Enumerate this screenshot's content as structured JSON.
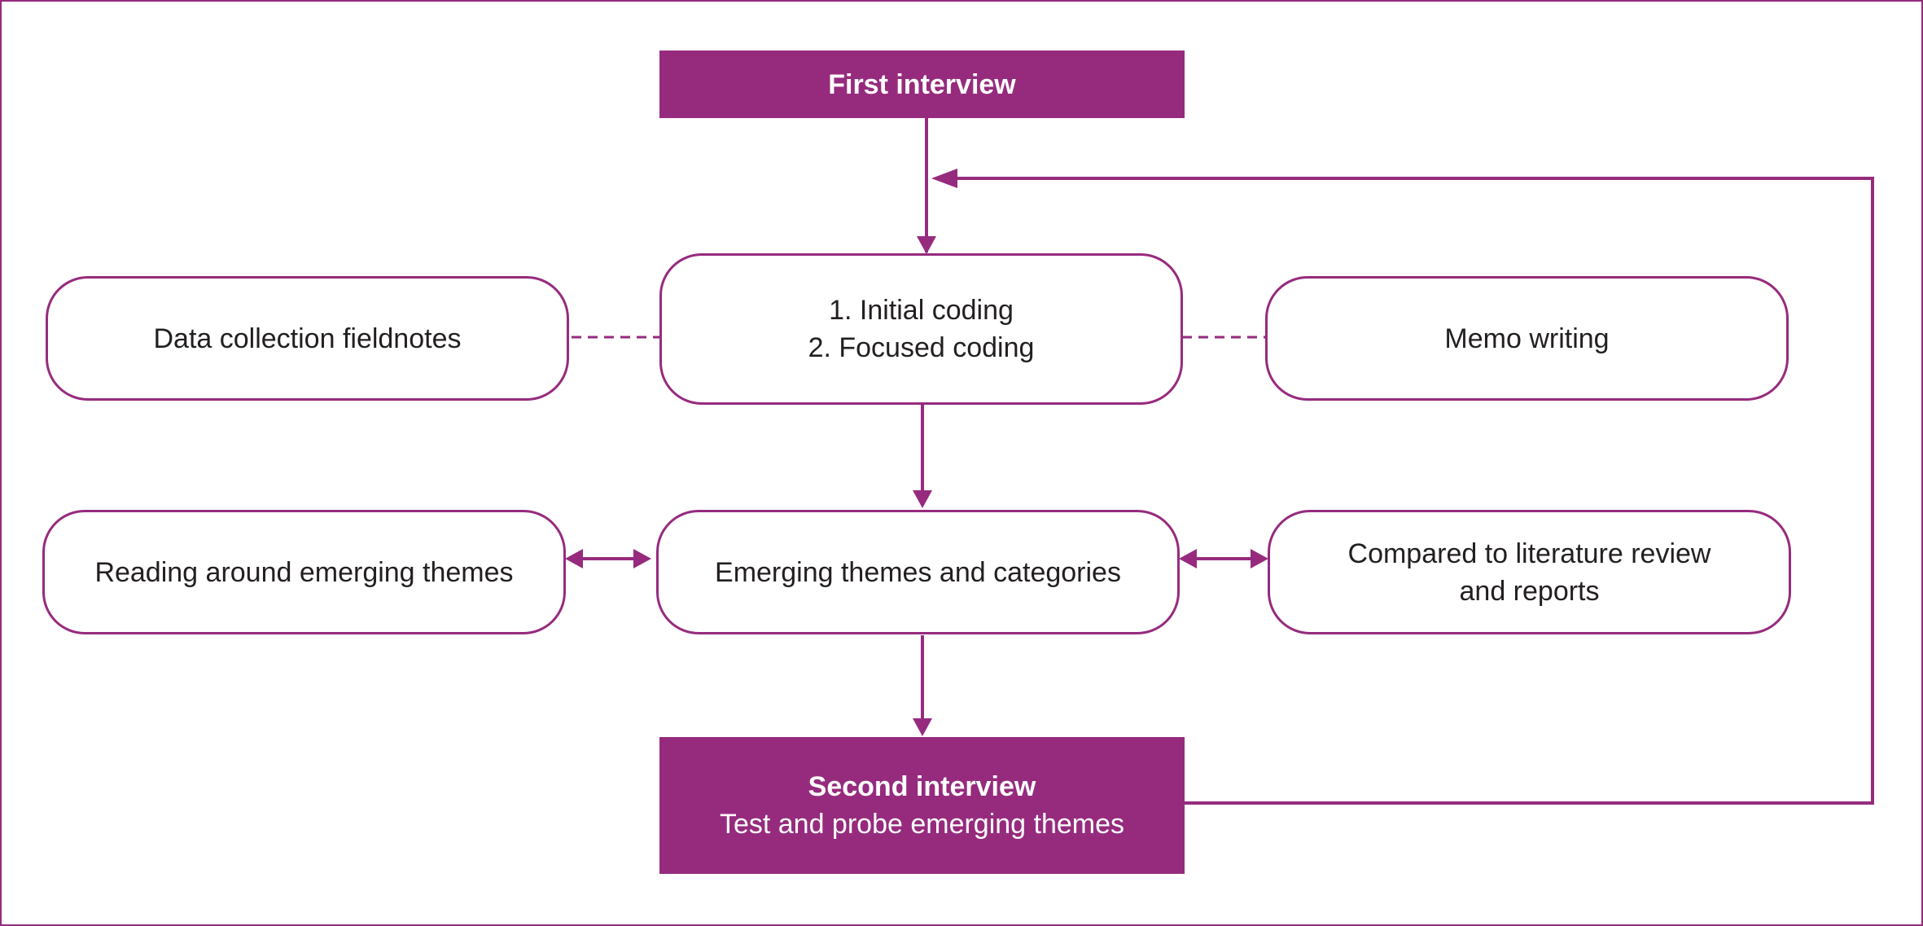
{
  "colors": {
    "accent": "#962b7e",
    "text": "#231f20",
    "background": "#ffffff"
  },
  "boxes": {
    "first_interview": "First interview",
    "coding_line1": "1. Initial coding",
    "coding_line2": "2. Focused coding",
    "fieldnotes": "Data collection fieldnotes",
    "memo": "Memo writing",
    "reading": "Reading around emerging themes",
    "themes": "Emerging themes and categories",
    "literature_line1": "Compared to literature review",
    "literature_line2": "and reports",
    "second_interview_title": "Second interview",
    "second_interview_sub": "Test and probe emerging themes"
  }
}
